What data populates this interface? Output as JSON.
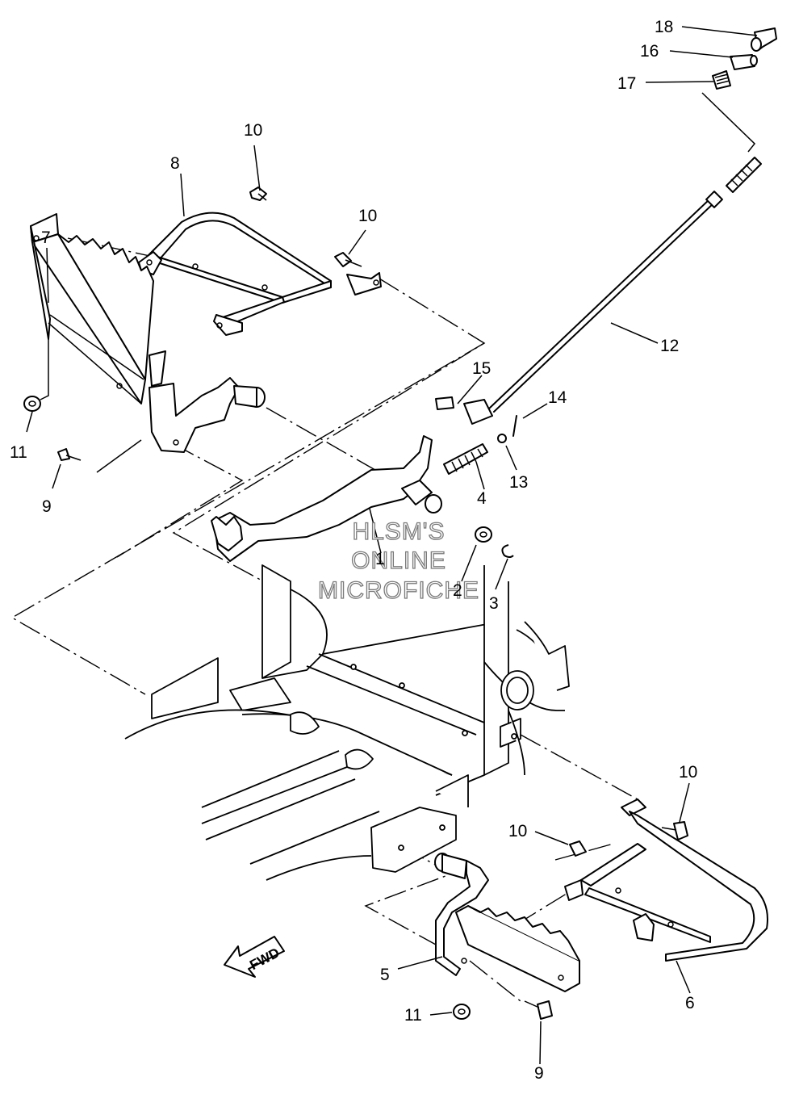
{
  "diagram": {
    "callouts": [
      {
        "id": "c1",
        "label": "1"
      },
      {
        "id": "c2",
        "label": "2"
      },
      {
        "id": "c3",
        "label": "3"
      },
      {
        "id": "c4",
        "label": "4"
      },
      {
        "id": "c5",
        "label": "5"
      },
      {
        "id": "c6",
        "label": "6"
      },
      {
        "id": "c7",
        "label": "7"
      },
      {
        "id": "c8",
        "label": "8"
      },
      {
        "id": "c9a",
        "label": "9"
      },
      {
        "id": "c9b",
        "label": "9"
      },
      {
        "id": "c10a",
        "label": "10"
      },
      {
        "id": "c10b",
        "label": "10"
      },
      {
        "id": "c10c",
        "label": "10"
      },
      {
        "id": "c10d",
        "label": "10"
      },
      {
        "id": "c11a",
        "label": "11"
      },
      {
        "id": "c11b",
        "label": "11"
      },
      {
        "id": "c12",
        "label": "12"
      },
      {
        "id": "c13",
        "label": "13"
      },
      {
        "id": "c14",
        "label": "14"
      },
      {
        "id": "c15",
        "label": "15"
      },
      {
        "id": "c16",
        "label": "16"
      },
      {
        "id": "c17",
        "label": "17"
      },
      {
        "id": "c18",
        "label": "18"
      }
    ],
    "fwd_label": "FWD",
    "watermark": {
      "line1": "HLSM'S",
      "line2": "ONLINE",
      "line3": "MICROFICHE"
    }
  }
}
